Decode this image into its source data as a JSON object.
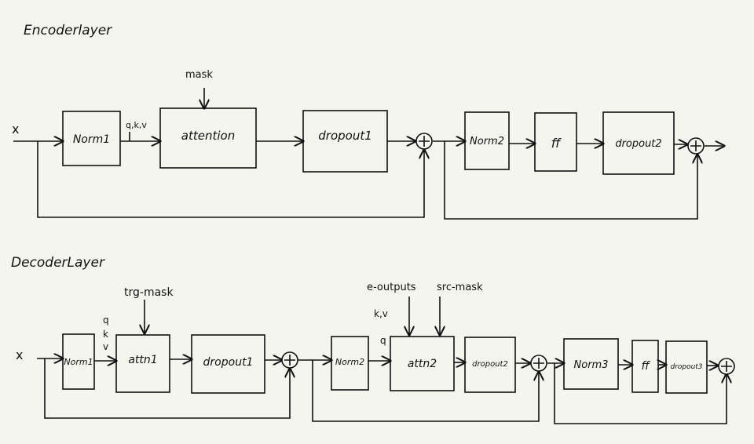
{
  "encoder": {
    "title": "Encoderlayer",
    "input": "x",
    "norm1": "Norm1",
    "qkv": "q,k,v",
    "mask": "mask",
    "attention": "attention",
    "dropout1": "dropout1",
    "norm2": "Norm2",
    "ff": "ff",
    "dropout2": "dropout2"
  },
  "decoder": {
    "title": "DecoderLayer",
    "input": "x",
    "q": "q",
    "k": "k",
    "v": "v",
    "norm1": "Norm1",
    "tgt_mask": "trg-mask",
    "attn1": "attn1",
    "dropout1": "dropout1",
    "norm2": "Norm2",
    "q2": "q",
    "kv": "k,v",
    "e_outputs": "e-outputs",
    "src_mask": "src-mask",
    "attn2": "attn2",
    "dropout2": "dropout2",
    "norm3": "Norm3",
    "ff": "ff",
    "dropout3": "dropout3"
  }
}
